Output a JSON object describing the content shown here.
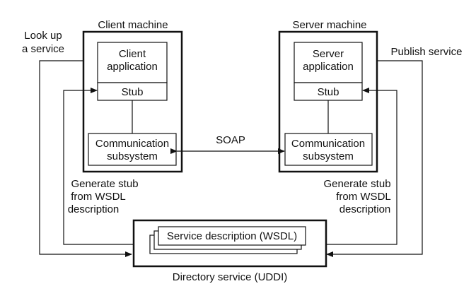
{
  "client": {
    "title": "Client machine",
    "app_line1": "Client",
    "app_line2": "application",
    "stub": "Stub",
    "comm_line1": "Communication",
    "comm_line2": "subsystem"
  },
  "server": {
    "title": "Server machine",
    "app_line1": "Server",
    "app_line2": "application",
    "stub": "Stub",
    "comm_line1": "Communication",
    "comm_line2": "subsystem"
  },
  "protocol": "SOAP",
  "left_notes": {
    "lookup_line1": "Look up",
    "lookup_line2": "a service",
    "gen_line1": "Generate stub",
    "gen_line2": "from WSDL",
    "gen_line3": "description"
  },
  "right_notes": {
    "publish": "Publish service",
    "gen_line1": "Generate stub",
    "gen_line2": "from WSDL",
    "gen_line3": "description"
  },
  "directory": {
    "service_description": "Service description (WSDL)",
    "caption": "Directory service (UDDI)"
  }
}
